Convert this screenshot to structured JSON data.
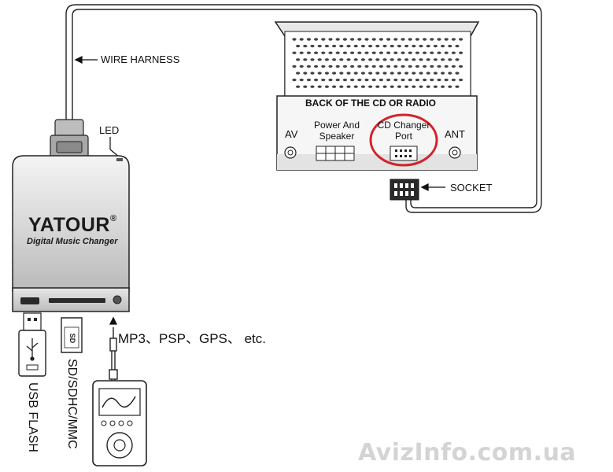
{
  "labels": {
    "wire_harness": "WIRE HARNESS",
    "led": "LED",
    "back_of_unit": "BACK OF THE CD OR RADIO",
    "av": "AV",
    "power_speaker_line1": "Power And",
    "power_speaker_line2": "Speaker",
    "cd_changer_line1": "CD Changer",
    "cd_changer_line2": "Port",
    "ant": "ANT",
    "socket": "SOCKET",
    "media_types": "MP3、PSP、GPS、 etc.",
    "usb_flash": "USB FLASH",
    "sd_card": "SD/SDHC/MMC"
  },
  "device": {
    "brand": "YATOUR",
    "registered_mark": "®",
    "tagline": "Digital Music Changer"
  },
  "watermark": "AvizInfo.com.ua",
  "colors": {
    "line": "#222222",
    "highlight_circle": "#d2232a",
    "device_body": "#cfcfcf",
    "radio_body": "#f2f2f2",
    "watermark": "#d4d4d4"
  }
}
